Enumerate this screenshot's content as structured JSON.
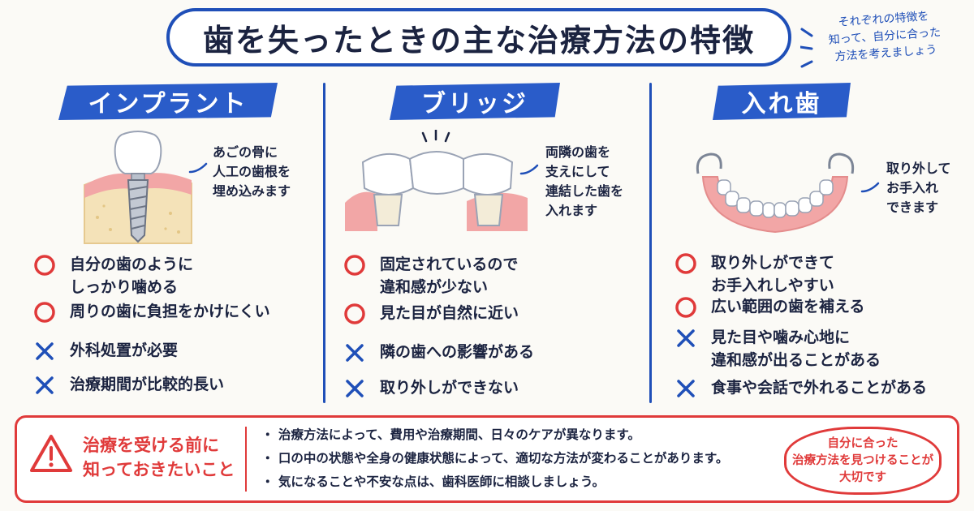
{
  "title": "歯を失ったときの主な治療方法の特徴",
  "side_note": [
    "それぞれの特徴を",
    "知って、自分に合った",
    "方法を考えましょう"
  ],
  "columns": [
    {
      "heading": "インプラント",
      "callout": [
        "あごの骨に",
        "人工の歯根を",
        "埋め込みます"
      ],
      "items": [
        {
          "mark": "circle",
          "lines": [
            "自分の歯のように",
            "しっかり噛める"
          ]
        },
        {
          "mark": "circle",
          "lines": [
            "周りの歯に負担をかけにくい"
          ]
        },
        {
          "mark": "cross",
          "lines": [
            "外科処置が必要"
          ]
        },
        {
          "mark": "cross",
          "lines": [
            "治療期間が比較的長い"
          ]
        }
      ]
    },
    {
      "heading": "ブリッジ",
      "callout": [
        "両隣の歯を",
        "支えにして",
        "連結した歯を",
        "入れます"
      ],
      "items": [
        {
          "mark": "circle",
          "lines": [
            "固定されているので",
            "違和感が少ない"
          ]
        },
        {
          "mark": "circle",
          "lines": [
            "見た目が自然に近い"
          ]
        },
        {
          "mark": "cross",
          "lines": [
            "隣の歯への影響がある"
          ]
        },
        {
          "mark": "cross",
          "lines": [
            "取り外しができない"
          ]
        }
      ]
    },
    {
      "heading": "入れ歯",
      "callout": [
        "取り外して",
        "お手入れ",
        "できます"
      ],
      "items": [
        {
          "mark": "circle",
          "lines": [
            "取り外しができて",
            "お手入れしやすい"
          ]
        },
        {
          "mark": "circle",
          "lines": [
            "広い範囲の歯を補える"
          ]
        },
        {
          "mark": "cross",
          "lines": [
            "見た目や噛み心地に",
            "違和感が出ることがある"
          ]
        },
        {
          "mark": "cross",
          "lines": [
            "食事や会話で外れることがある"
          ]
        }
      ]
    }
  ],
  "notice": {
    "title": [
      "治療を受ける前に",
      "知っておきたいこと"
    ],
    "bullets": [
      "・ 治療方法によって、費用や治療期間、日々のケアが異なります。",
      "・ 口の中の状態や全身の健康状態によって、適切な方法が変わることがあります。",
      "・ 気になることや不安な点は、歯科医師に相談しましょう。"
    ],
    "bubble": [
      "自分に合った",
      "治療方法を見つけることが",
      "大切です"
    ]
  },
  "colors": {
    "accent_blue": "#2a5cc9",
    "warning_red": "#e03a3a",
    "gum_pink": "#f2a6a6",
    "bone": "#f4e2b8"
  }
}
